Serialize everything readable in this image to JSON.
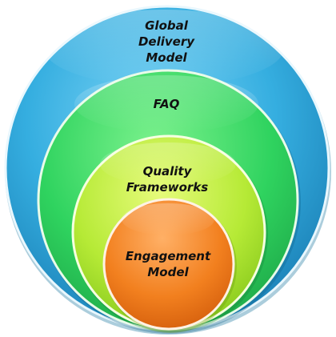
{
  "rings": [
    {
      "id": "outer",
      "lines": [
        "Global",
        "Delivery",
        "Model"
      ],
      "color": "#2aa3d6"
    },
    {
      "id": "second",
      "lines": [
        "FAQ"
      ],
      "color": "#2fd35f"
    },
    {
      "id": "third",
      "lines": [
        "Quality",
        "Frameworks"
      ],
      "color": "#b3e935"
    },
    {
      "id": "inner",
      "lines": [
        "Engagement",
        "Model"
      ],
      "color": "#f07b1e"
    }
  ]
}
